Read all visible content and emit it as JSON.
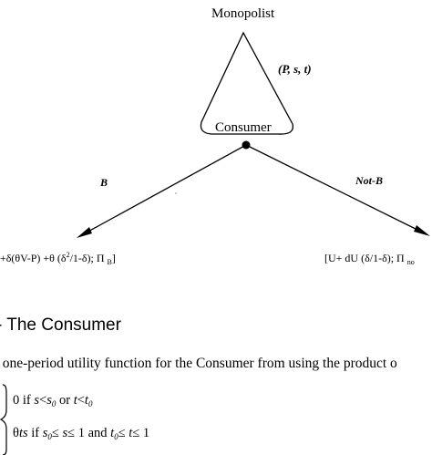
{
  "diagram": {
    "root_label": "Monopolist",
    "root_move": "(P, s, t)",
    "node_label": "Consumer",
    "branch_left": "B",
    "branch_right": "Not-B",
    "payoff_left": {
      "open": "[",
      "a": "+δ(θV-P) +θ (δ",
      "a_sup": "2",
      "b": "/1-δ); Π",
      "b_sub": "B",
      "close": "]"
    },
    "payoff_right": {
      "a": "[U+ dU (δ/1-δ); Π",
      "a_sub": "no"
    }
  },
  "section": {
    "heading": "- The Consumer",
    "body": "e one-period utility function for the Consumer from using the product o"
  },
  "cases": [
    {
      "p1": "0 if ",
      "v1": "s",
      "p2": "<",
      "v2": "s",
      "v2_sub": "0",
      "p3": " or ",
      "v3": "t",
      "p4": "<",
      "v4": "t",
      "v4_sub": "0"
    },
    {
      "p1": "θ",
      "v1": "ts",
      "p2": " if  ",
      "v2": "s",
      "v2_sub": "0",
      "p3": "≤ ",
      "v3": "s",
      "p4": "≤ 1 and ",
      "v4": "t",
      "v4_sub": "0",
      "p5": "≤ ",
      "v5": "t",
      "p6": "≤ 1"
    }
  ]
}
